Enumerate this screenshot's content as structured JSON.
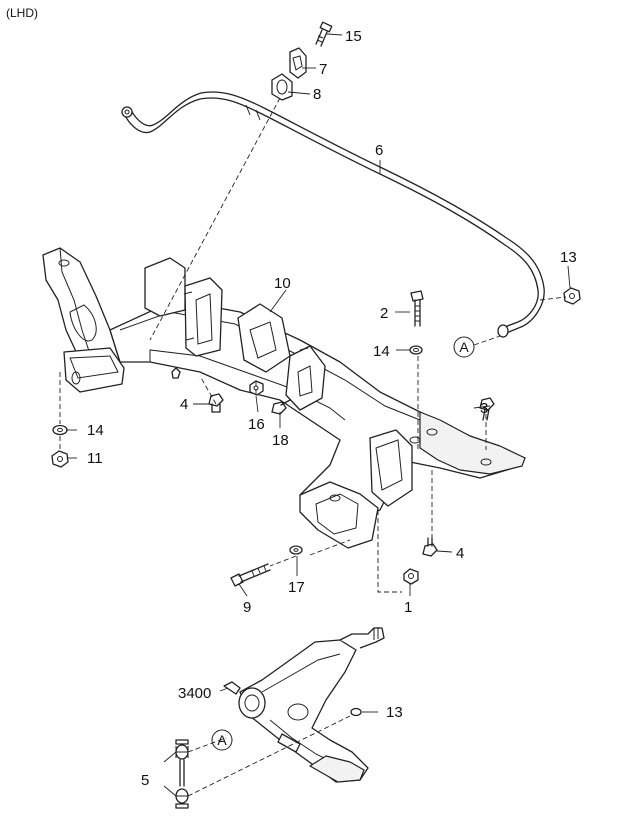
{
  "header": {
    "variant": "(LHD)"
  },
  "callouts": {
    "c1": "1",
    "c2": "2",
    "c3": "3",
    "c4a": "4",
    "c4b": "4",
    "c5": "5",
    "c6": "6",
    "c7": "7",
    "c8": "8",
    "c9": "9",
    "c10": "10",
    "c11": "11",
    "c13a": "13",
    "c13b": "13",
    "c14a": "14",
    "c14b": "14",
    "c15": "15",
    "c16": "16",
    "c17": "17",
    "c18": "18",
    "c3400": "3400"
  },
  "refs": {
    "a1": "A",
    "a2": "A"
  }
}
